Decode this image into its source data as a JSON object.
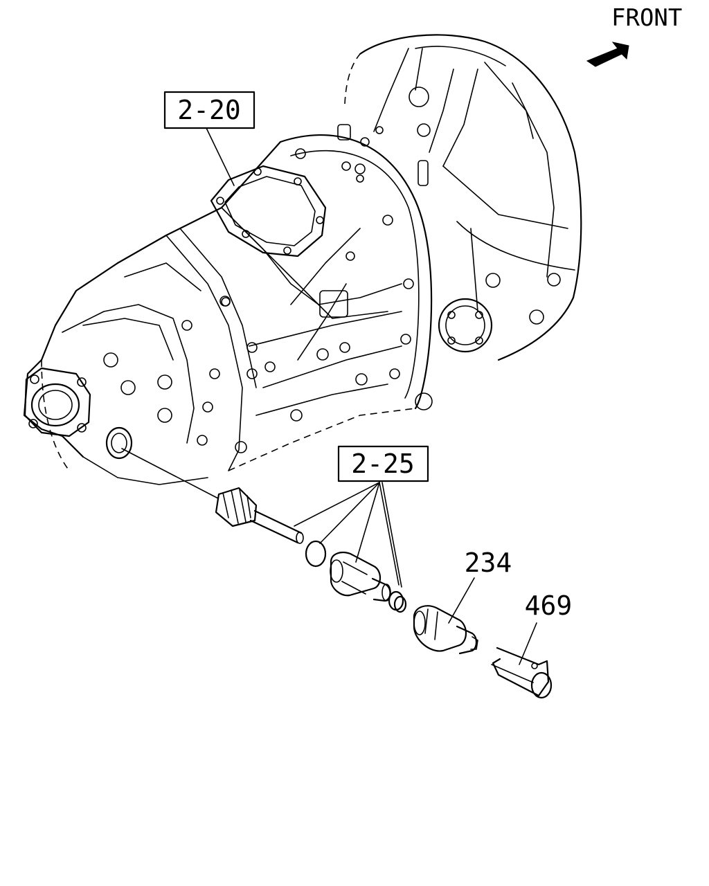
{
  "diagram": {
    "front_label": "FRONT",
    "front_arrow_icon": "arrow-right-icon",
    "callouts": {
      "ref_transmission": "2-20",
      "ref_speedo_set": "2-25",
      "part_sensor": "234",
      "part_bracket": "469"
    },
    "colors": {
      "line": "#000000",
      "background": "#ffffff"
    }
  }
}
